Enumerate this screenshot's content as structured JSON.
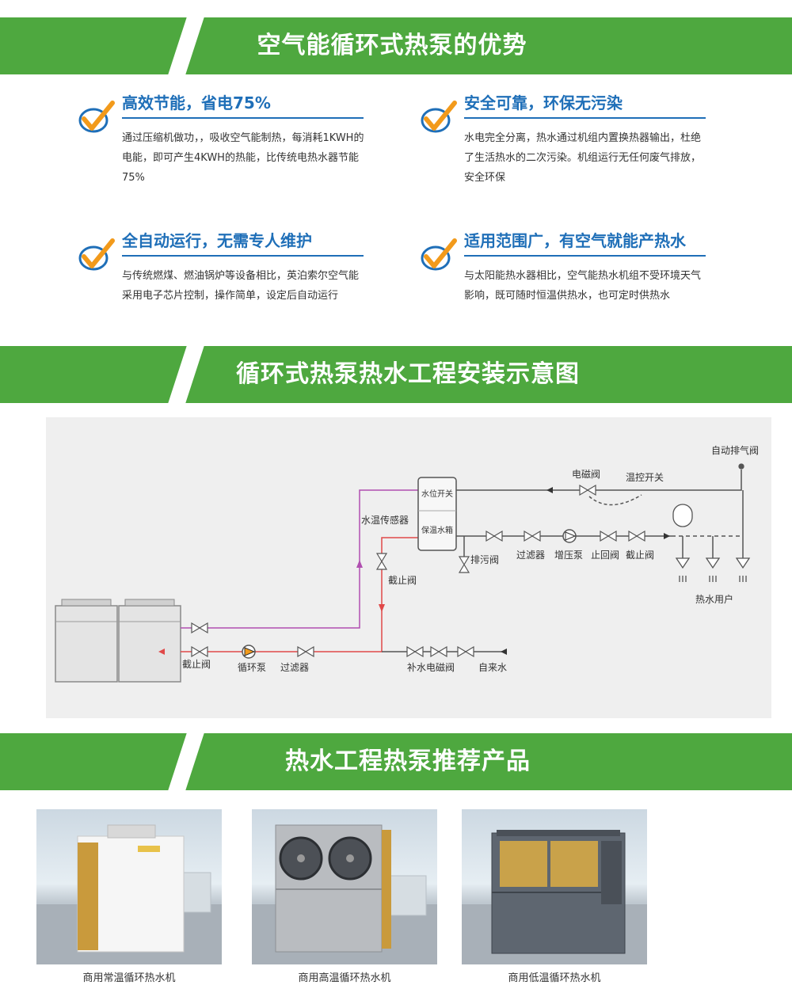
{
  "sections": [
    {
      "title": "空气能循环式热泵的优势"
    },
    {
      "title": "循环式热泵热水工程安装示意图"
    },
    {
      "title": "热水工程热泵推荐产品"
    }
  ],
  "advantages": [
    {
      "title": "高效节能，省电75%",
      "text": "通过压缩机做功，，吸收空气能制热，每消耗1KWH的电能，即可产生4KWH的热能，比传统电热水器节能75%"
    },
    {
      "title": "安全可靠，环保无污染",
      "text": "水电完全分离，热水通过机组内置换热器输出，杜绝了生活热水的二次污染。机组运行无任何废气排放，安全环保"
    },
    {
      "title": "全自动运行，无需专人维护",
      "text": "与传统燃煤、燃油锅炉等设备相比，英泊索尔空气能采用电子芯片控制，操作简单，设定后自动运行"
    },
    {
      "title": "适用范围广，有空气就能产热水",
      "text": "与太阳能热水器相比，空气能热水机组不受环境天气影响，既可随时恒温供热水，也可定时供热水"
    }
  ],
  "diagram": {
    "labels": {
      "auto_vent": "自动排气阀",
      "solenoid": "电磁阀",
      "temp_switch": "温控开关",
      "level_switch": "水位开关",
      "water_temp_sensor": "水温传感器",
      "tank": "保温水箱",
      "drain": "排污阀",
      "filter_top": "过滤器",
      "booster_pump": "增压泵",
      "check_valve": "止回阀",
      "stop_valve_top": "截止阀",
      "stop_valve_mid": "截止阀",
      "hot_water_users": "热水用户",
      "stop_valve_left": "截止阀",
      "circ_pump": "循环泵",
      "filter_bottom": "过滤器",
      "makeup_solenoid": "补水电磁阀",
      "tap_water": "自来水"
    }
  },
  "products": [
    {
      "caption": "商用常温循环热水机"
    },
    {
      "caption": "商用高温循环热水机"
    },
    {
      "caption": "商用低温循环热水机"
    }
  ],
  "colors": {
    "banner_green": "#4ea83f",
    "heading_blue": "#1f6fb8",
    "check_orange": "#f29a1b"
  }
}
